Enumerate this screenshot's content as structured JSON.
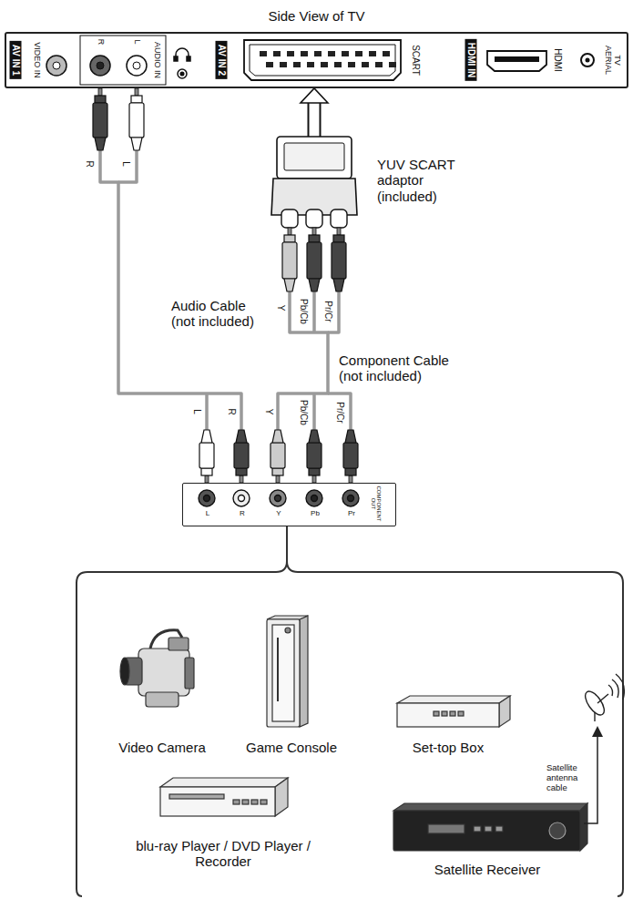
{
  "diagram": {
    "nodes": [
      {
        "text": [
          "Side View of TV"
        ]
      },
      {
        "text": [
          "YUV SCART adaptor (included)"
        ]
      },
      {
        "text": [
          "L",
          "R",
          "Y",
          "Pb",
          "Pr",
          "COMPONENT OUT"
        ]
      },
      {
        "text": [
          "Video Camera"
        ]
      },
      {
        "text": [
          "Game Console"
        ]
      },
      {
        "text": [
          "Set-top Box"
        ]
      },
      {
        "text": [
          "blu-ray Player / DVD Player / Recorder"
        ]
      },
      {
        "text": [
          "Satellite Receiver"
        ]
      }
    ],
    "edges": [
      {
        "from": 1,
        "to": 0,
        "arrow": "to"
      },
      {
        "from": 2,
        "to": 0,
        "label": "Audio Cable (not included)",
        "arrow": "none"
      },
      {
        "from": 2,
        "to": 1,
        "label": "Component Cable (not included)",
        "arrow": "none"
      }
    ],
    "labels": [
      "AV IN 1",
      "VIDEO IN",
      "R",
      "L",
      "AUDIO IN",
      "AV IN 2",
      "SCART",
      "HDMI IN",
      "HDMI",
      "TV AERIAL",
      "R",
      "L",
      "Y",
      "Pb/Cb",
      "Pr/Cr",
      "L",
      "R",
      "Y",
      "Pb/Cb",
      "Pr/Cr",
      "Satellite antenna cable"
    ]
  }
}
